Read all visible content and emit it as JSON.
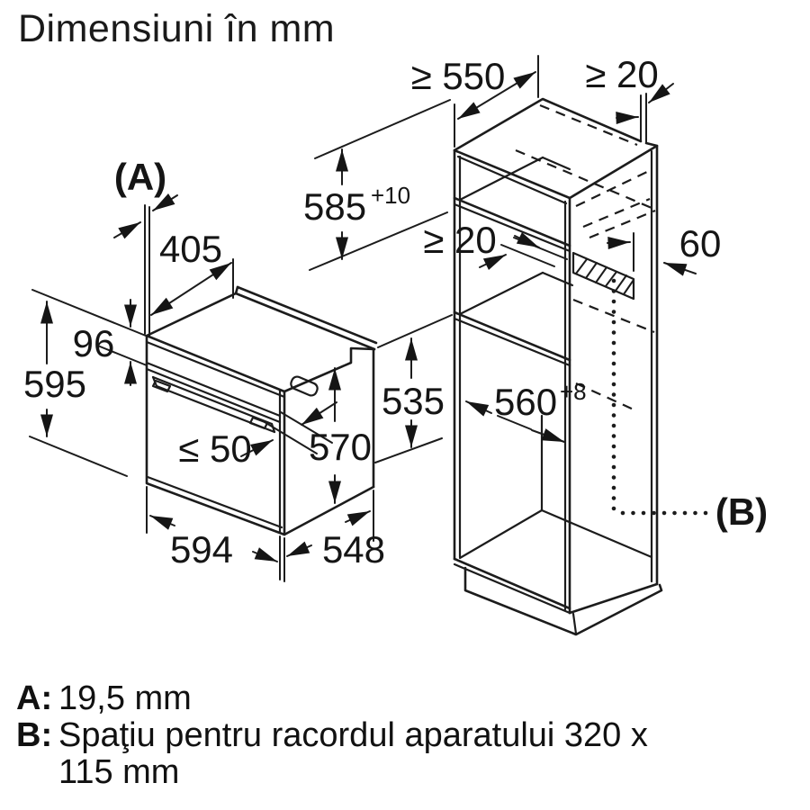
{
  "title": "Dimensiuni în mm",
  "colors": {
    "line": "#1c1c1c",
    "background": "#ffffff",
    "text": "#151515"
  },
  "diagram": {
    "oven": {
      "label_a": "(A)",
      "dim_top_depth": "405",
      "dim_panel_height": "96",
      "dim_total_height": "595",
      "dim_handle_max": "≤ 50",
      "dim_body_height": "570",
      "dim_width": "594",
      "dim_depth": "548"
    },
    "cabinet": {
      "dim_min_depth": "≥ 550",
      "dim_min_gap_top": "≥ 20",
      "dim_niche_height": "585",
      "dim_niche_height_tol": "+10",
      "dim_min_gap_mid": "≥ 20",
      "dim_vent_offset": "60",
      "dim_lower_height": "535",
      "dim_niche_width": "560",
      "dim_niche_width_tol": "+8",
      "label_b": "(B)"
    }
  },
  "legend": {
    "a_key": "A:",
    "a_value": "19,5 mm",
    "b_key": "B:",
    "b_value": "Spaţiu pentru racordul aparatului 320 x",
    "b_value2": "115 mm"
  }
}
